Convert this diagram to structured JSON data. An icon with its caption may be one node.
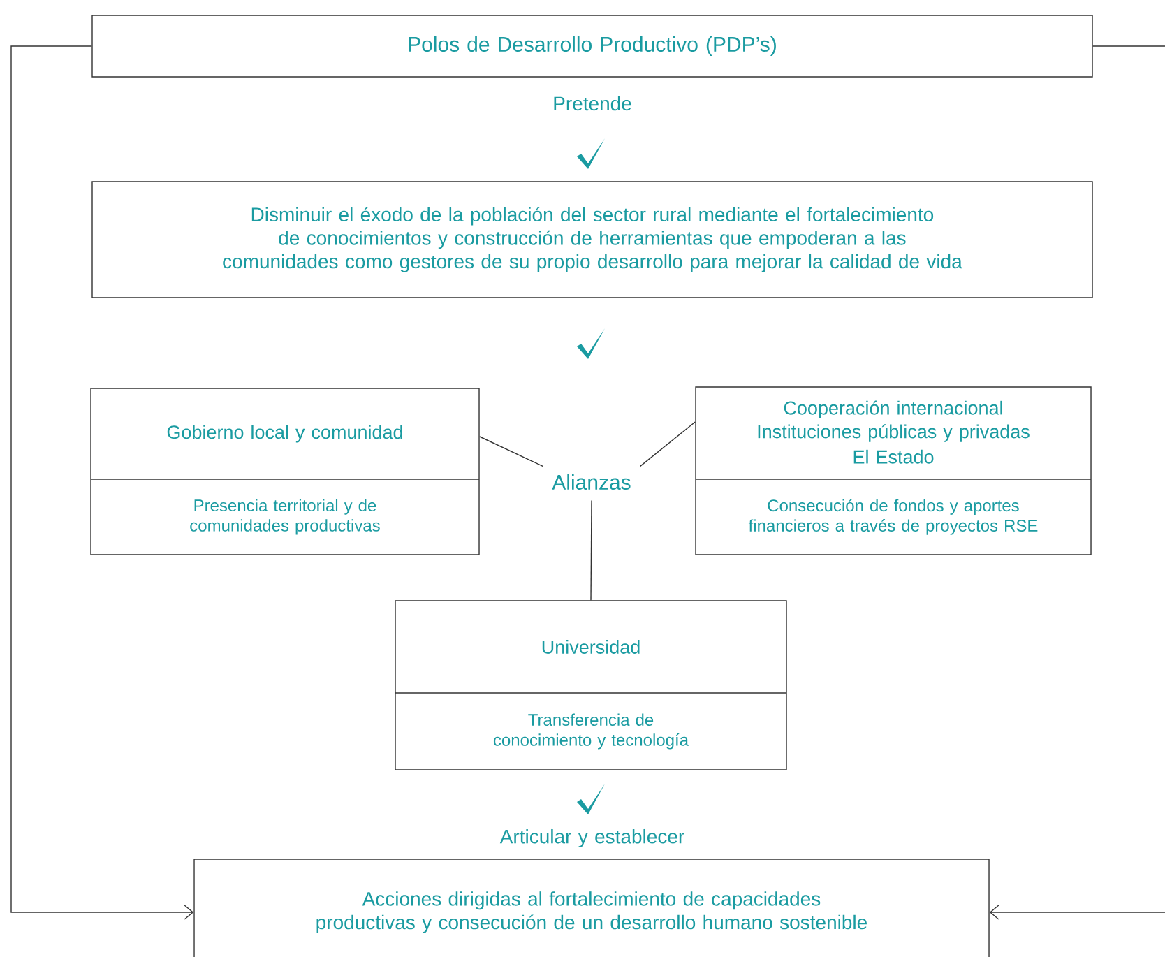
{
  "diagram": {
    "nodes": [
      {
        "text": [
          "Polos de Desarrollo Productivo (PDP’s)"
        ]
      },
      {
        "text": [
          "Disminuir el éxodo de la población del sector rural mediante el fortalecimiento de conocimientos y construcción de herramientas que empoderan a las comunidades como gestores de su propio desarrollo para mejorar la calidad de vida"
        ]
      },
      {
        "text": [
          "Gobierno local y comunidad",
          "Presencia territorial y de comunidades productivas"
        ]
      },
      {
        "text": [
          "Alianzas"
        ]
      },
      {
        "text": [
          "Cooperación internacional",
          "Instituciones públicas y privadas",
          "El Estado",
          "Consecución de fondos y aportes financieros a través de proyectos RSE"
        ]
      },
      {
        "text": [
          "Universidad",
          "Transferencia de conocimiento y tecnología"
        ]
      },
      {
        "text": [
          "Acciones dirigidas al fortalecimiento de capacidades productivas y consecución de un desarrollo humano sostenible"
        ]
      }
    ],
    "edges": [
      {
        "from": 2,
        "to": 3,
        "arrow": "none"
      },
      {
        "from": 4,
        "to": 3,
        "arrow": "none"
      },
      {
        "from": 3,
        "to": 5,
        "arrow": "none"
      },
      {
        "from": 0,
        "to": 6,
        "arrow": "to"
      },
      {
        "from": 0,
        "to": 6,
        "arrow": "to"
      }
    ],
    "labels": [
      "Pretende",
      "Articular y establecer"
    ]
  }
}
